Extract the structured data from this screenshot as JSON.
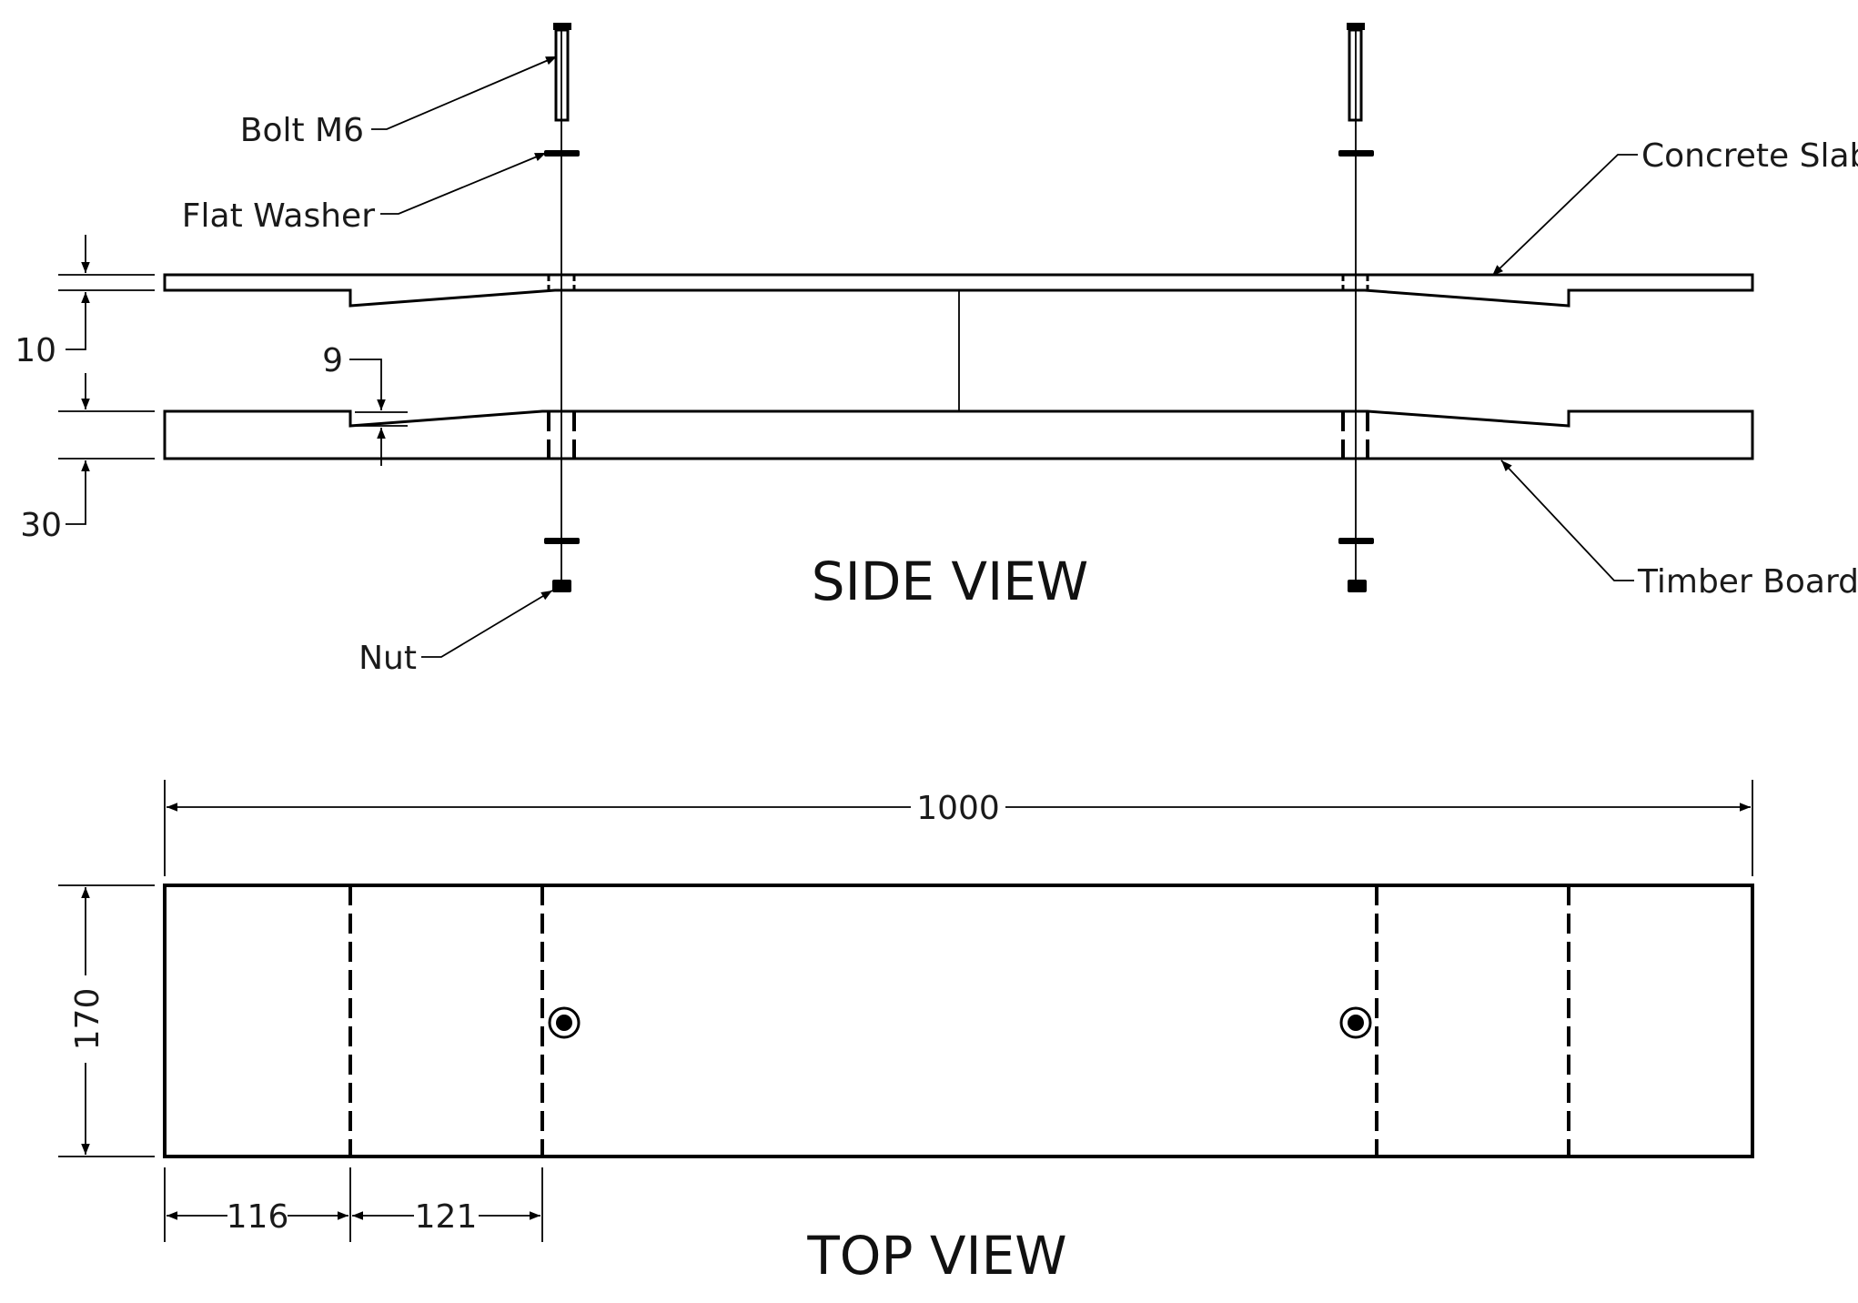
{
  "side_view": {
    "title": "SIDE VIEW",
    "labels": {
      "bolt": "Bolt M6",
      "washer": "Flat Washer",
      "nut": "Nut",
      "slab": "Concrete Slab",
      "board": "Timber Board"
    },
    "dimensions": {
      "gap": "10",
      "notch": "9",
      "board": "30"
    }
  },
  "top_view": {
    "title": "TOP VIEW",
    "dimensions": {
      "length": "1000",
      "width": "170",
      "end_segment": "116",
      "taper_segment": "121"
    }
  }
}
